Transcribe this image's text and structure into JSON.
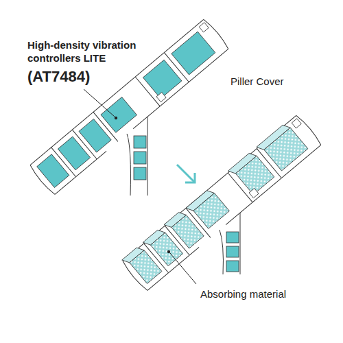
{
  "diagram": {
    "labels": [
      "High-density vibration controllers LITE",
      "(AT7484)",
      "Piller Cover",
      "Absorbing material"
    ]
  }
}
